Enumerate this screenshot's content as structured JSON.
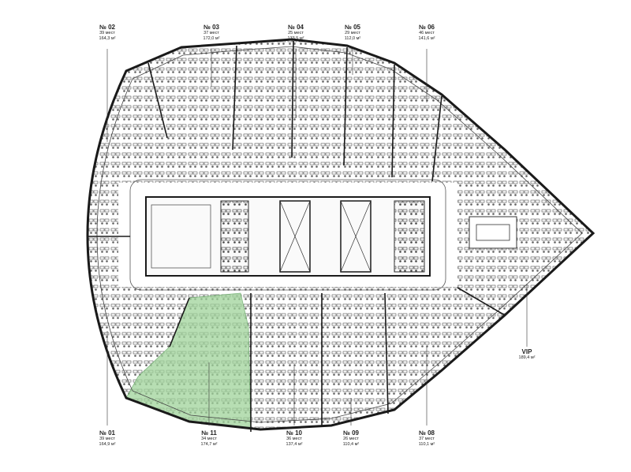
{
  "highlight_color": "#9fd39a",
  "wall_color": "#1a1a1a",
  "units": [
    {
      "id": "u02",
      "number": "№ 02",
      "seats": "39 мест",
      "area": "164,3 м²"
    },
    {
      "id": "u03",
      "number": "№ 03",
      "seats": "37 мест",
      "area": "172,0 м²"
    },
    {
      "id": "u04",
      "number": "№ 04",
      "seats": "25 мест",
      "area": "133,5 м²"
    },
    {
      "id": "u05",
      "number": "№ 05",
      "seats": "29 мест",
      "area": "112,0 м²"
    },
    {
      "id": "u06",
      "number": "№ 06",
      "seats": "46 мест",
      "area": "141,6 м²"
    },
    {
      "id": "vip",
      "number": "VIP",
      "seats": "",
      "area": "189,4 м²"
    },
    {
      "id": "u01",
      "number": "№ 01",
      "seats": "39 мест",
      "area": "164,9 м²"
    },
    {
      "id": "u11",
      "number": "№ 11",
      "seats": "34 мест",
      "area": "174,7 м²",
      "highlighted": true
    },
    {
      "id": "u10",
      "number": "№ 10",
      "seats": "36 мест",
      "area": "137,4 м²"
    },
    {
      "id": "u09",
      "number": "№ 09",
      "seats": "26 мест",
      "area": "110,4 м²"
    },
    {
      "id": "u08",
      "number": "№ 08",
      "seats": "37 мест",
      "area": "110,1 м²"
    }
  ]
}
